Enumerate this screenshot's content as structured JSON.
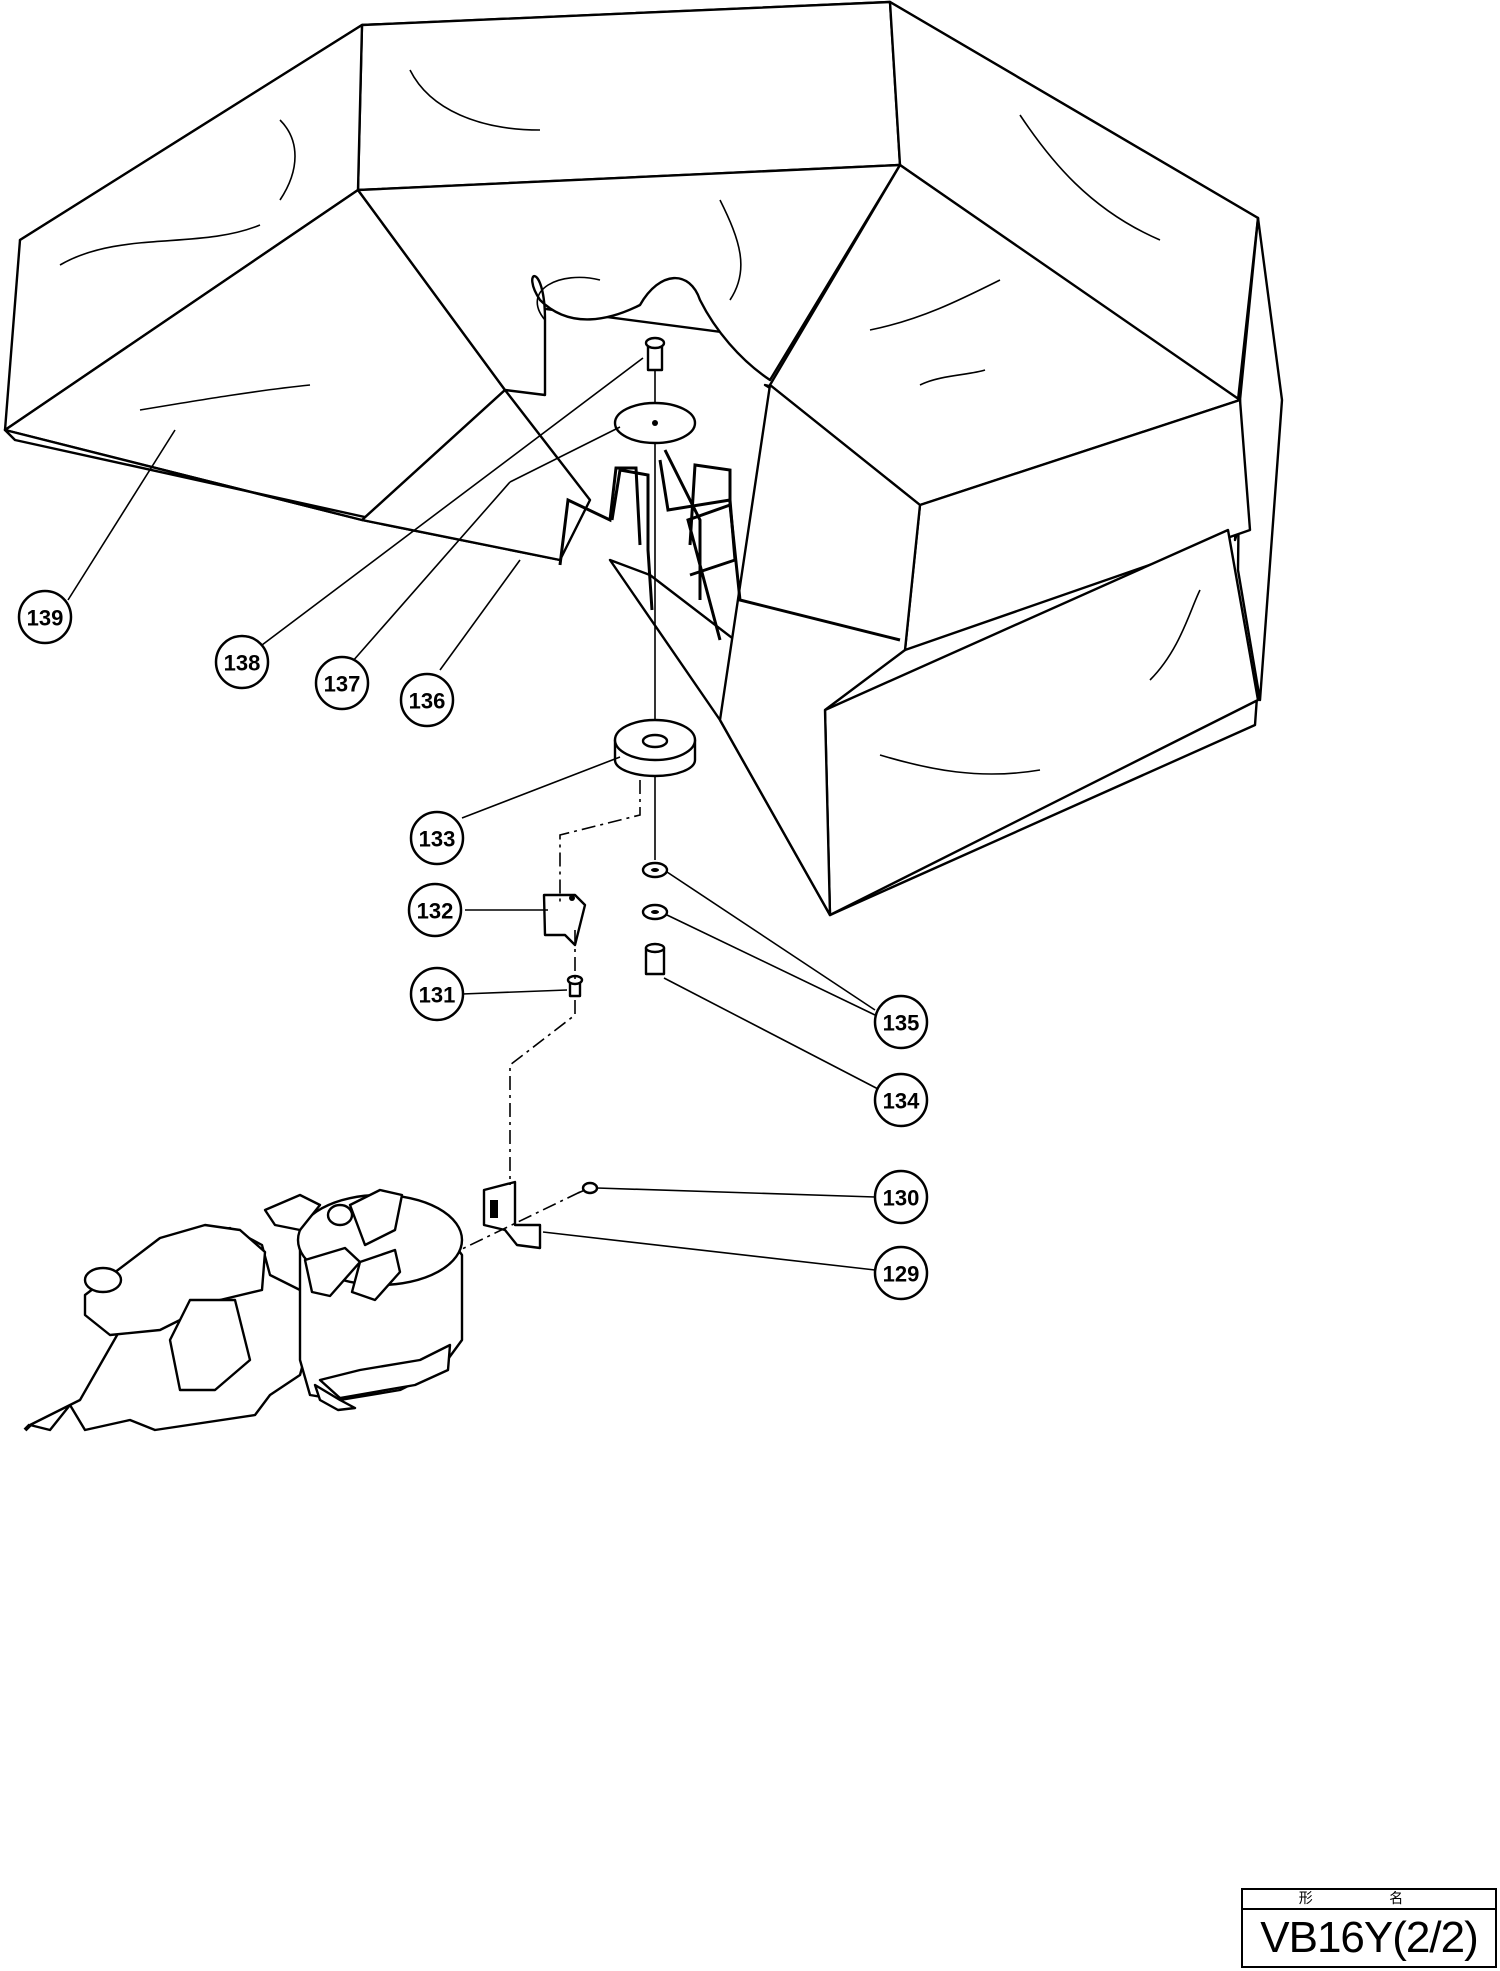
{
  "title_block": {
    "header": "形 名",
    "model": "VB16Y(2/2)"
  },
  "callouts": [
    {
      "id": "c129",
      "label": "129"
    },
    {
      "id": "c130",
      "label": "130"
    },
    {
      "id": "c131",
      "label": "131"
    },
    {
      "id": "c132",
      "label": "132"
    },
    {
      "id": "c133",
      "label": "133"
    },
    {
      "id": "c134",
      "label": "134"
    },
    {
      "id": "c135",
      "label": "135"
    },
    {
      "id": "c136",
      "label": "136"
    },
    {
      "id": "c137",
      "label": "137"
    },
    {
      "id": "c138",
      "label": "138"
    },
    {
      "id": "c139",
      "label": "139"
    }
  ],
  "colors": {
    "line": "#000000",
    "background": "#ffffff"
  }
}
